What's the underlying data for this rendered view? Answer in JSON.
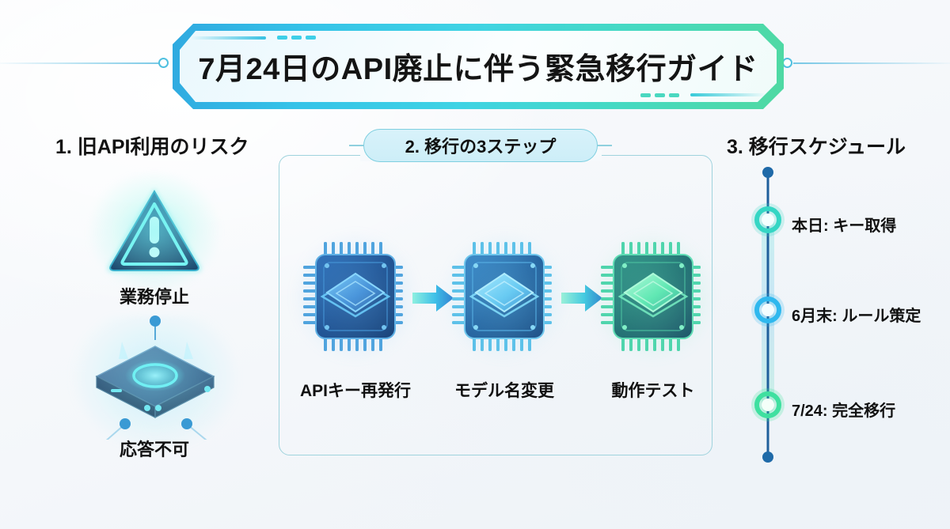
{
  "title": {
    "text": "7月24日のAPI廃止に伴う緊急移行ガイド",
    "frame_gradient_left": "#2fa9e0",
    "frame_gradient_right": "#4fd9a2"
  },
  "sections": {
    "risks": {
      "heading": "1. 旧API利用のリスク",
      "items": [
        {
          "icon": "warning-triangle-icon",
          "label": "業務停止"
        },
        {
          "icon": "server-device-icon",
          "label": "応答不可"
        }
      ]
    },
    "steps": {
      "heading": "2. 移行の3ステップ",
      "items": [
        {
          "icon": "cpu-chip-icon",
          "label": "APIキー再発行",
          "accent": "#2f7fd0"
        },
        {
          "icon": "cpu-chip-icon",
          "label": "モデル名変更",
          "accent": "#3fb6e6"
        },
        {
          "icon": "cpu-chip-icon",
          "label": "動作テスト",
          "accent": "#3fd1a0"
        }
      ],
      "arrow_icon": "arrow-right-icon"
    },
    "schedule": {
      "heading": "3. 移行スケジュール",
      "milestones": [
        {
          "label": "本日: キー取得",
          "color": "#35d6c4"
        },
        {
          "label": "6月末: ルール策定",
          "color": "#2fb8ee"
        },
        {
          "label": "7/24: 完全移行",
          "color": "#3fe0a0"
        }
      ]
    }
  },
  "colors": {
    "background": "#f4f7fa",
    "accent_cyan": "#3fd3e4",
    "accent_blue": "#2fa9e0",
    "accent_green": "#4fd9a2",
    "text": "#111111"
  }
}
